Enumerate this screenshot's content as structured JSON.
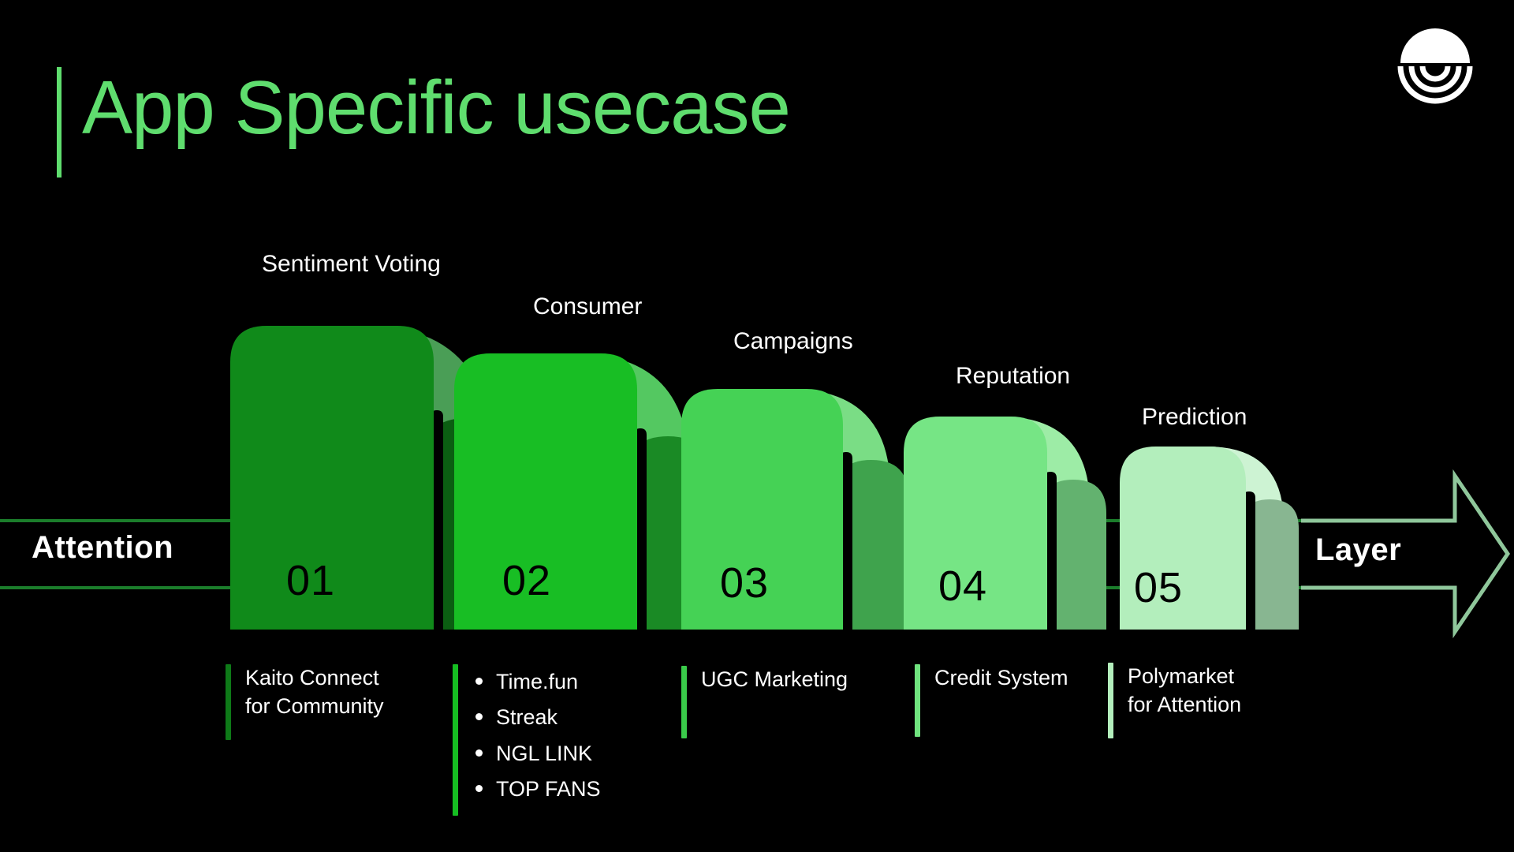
{
  "header": {
    "title": "App Specific usecase",
    "accent_color": "#5FDD6E",
    "logo_name": "brand-logo"
  },
  "axis": {
    "left_label": "Attention",
    "right_label": "Layer",
    "shaft_color": "#1B7D2B",
    "arrow_head_color": "#8FC79B"
  },
  "background_color": "#000000",
  "stages": [
    {
      "number": "01",
      "caption": "Sentiment Voting",
      "body_color": "#108A1A",
      "rim_color": "#4A9E56",
      "hole_color": "#0B5E12",
      "note_bar_color": "#0E7A18",
      "note_text": "Kaito Connect\nfor Community",
      "note_items": []
    },
    {
      "number": "02",
      "caption": "Consumer",
      "body_color": "#18BE24",
      "rim_color": "#54C861",
      "hole_color": "#1A8A25",
      "note_bar_color": "#16BE22",
      "note_text": "",
      "note_items": [
        "Time.fun",
        "Streak",
        "NGL LINK",
        "TOP FANS"
      ]
    },
    {
      "number": "03",
      "caption": "Campaigns",
      "body_color": "#45D255",
      "rim_color": "#7ADD85",
      "hole_color": "#3FA34D",
      "note_bar_color": "#3ACB4A",
      "note_text": "UGC Marketing",
      "note_items": []
    },
    {
      "number": "04",
      "caption": "Reputation",
      "body_color": "#76E585",
      "rim_color": "#9DECA6",
      "hole_color": "#63B26F",
      "note_bar_color": "#6FE37E",
      "note_text": "Credit System",
      "note_items": []
    },
    {
      "number": "05",
      "caption": "Prediction",
      "body_color": "#B3EEBC",
      "rim_color": "#CDF3D3",
      "hole_color": "#88B691",
      "note_bar_color": "#B3EEBC",
      "note_text": "Polymarket\nfor Attention",
      "note_items": []
    }
  ]
}
